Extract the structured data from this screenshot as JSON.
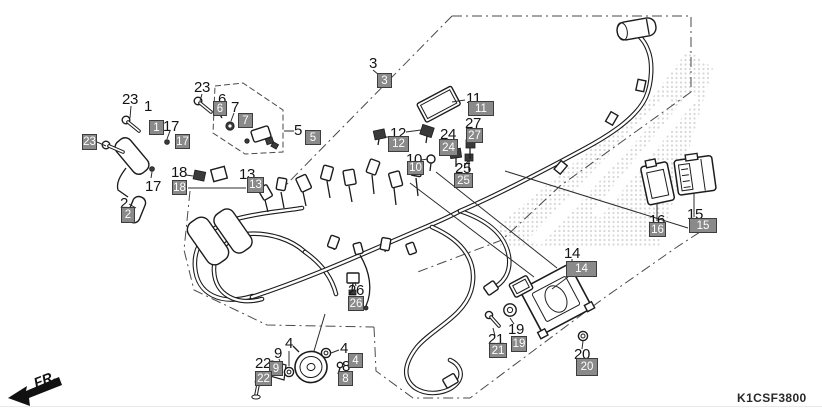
{
  "diagram": {
    "code": "K1CSF3800",
    "fr_label": "FR."
  },
  "icons": {
    "fr_arrow": "front-direction-arrow"
  },
  "colors": {
    "background": "#ffffff",
    "hotspot_fill": "#8a8a8a",
    "hotspot_border": "#3d3d3d",
    "hotspot_text": "#ffffff",
    "label_text": "#141414",
    "line_art": "#1c1c1c",
    "watermark_dot": "#d7d7d7"
  },
  "hotspots": [
    {
      "part": "1"
    },
    {
      "part": "2"
    },
    {
      "part": "3"
    },
    {
      "part": "4"
    },
    {
      "part": "5"
    },
    {
      "part": "6"
    },
    {
      "part": "7"
    },
    {
      "part": "8"
    },
    {
      "part": "9"
    },
    {
      "part": "10"
    },
    {
      "part": "11"
    },
    {
      "part": "12"
    },
    {
      "part": "13"
    },
    {
      "part": "14"
    },
    {
      "part": "15"
    },
    {
      "part": "16"
    },
    {
      "part": "17"
    },
    {
      "part": "18"
    },
    {
      "part": "19"
    },
    {
      "part": "20"
    },
    {
      "part": "21"
    },
    {
      "part": "22"
    },
    {
      "part": "23"
    },
    {
      "part": "24"
    },
    {
      "part": "25"
    },
    {
      "part": "26"
    },
    {
      "part": "27"
    }
  ],
  "labels": [
    {
      "text": "23"
    },
    {
      "text": "1"
    },
    {
      "text": "17"
    },
    {
      "text": "17"
    },
    {
      "text": "23"
    },
    {
      "text": "6"
    },
    {
      "text": "7"
    },
    {
      "text": "5"
    },
    {
      "text": "3"
    },
    {
      "text": "2"
    },
    {
      "text": "18"
    },
    {
      "text": "13"
    },
    {
      "text": "12"
    },
    {
      "text": "24"
    },
    {
      "text": "11"
    },
    {
      "text": "27"
    },
    {
      "text": "10"
    },
    {
      "text": "25"
    },
    {
      "text": "26"
    },
    {
      "text": "14"
    },
    {
      "text": "15"
    },
    {
      "text": "16"
    },
    {
      "text": "19"
    },
    {
      "text": "21"
    },
    {
      "text": "20"
    },
    {
      "text": "4"
    },
    {
      "text": "4"
    },
    {
      "text": "9"
    },
    {
      "text": "22"
    },
    {
      "text": "8"
    }
  ]
}
